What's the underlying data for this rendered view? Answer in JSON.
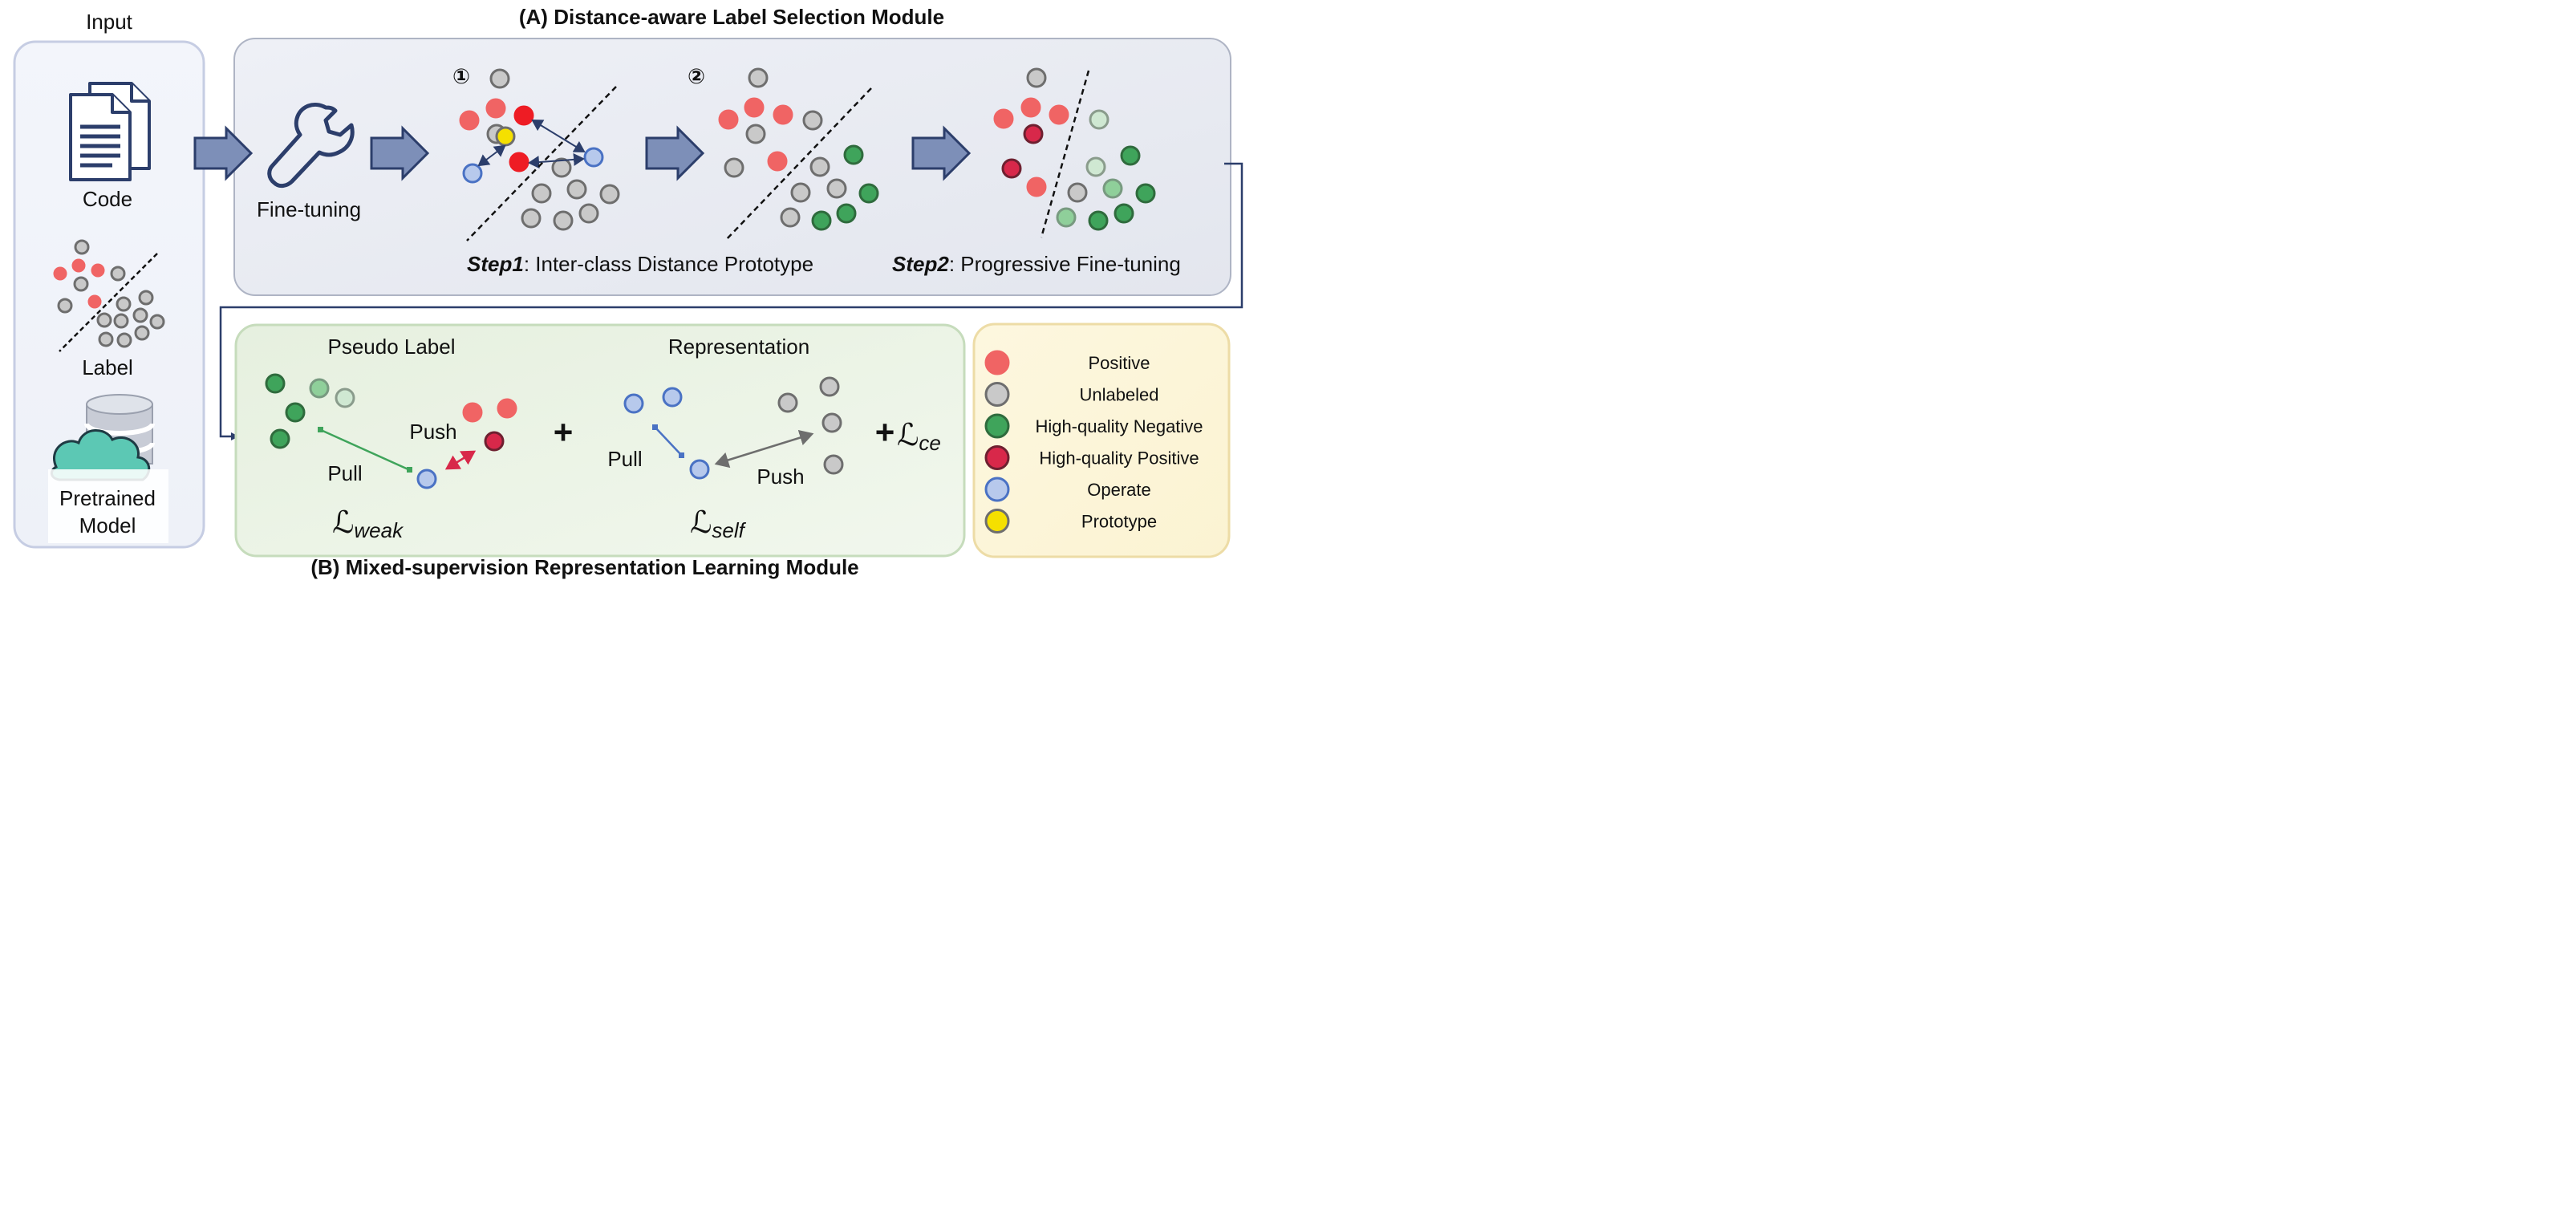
{
  "input_panel": {
    "title": "Input",
    "code_label": "Code",
    "label_label": "Label",
    "model_label_line1": "Pretrained",
    "model_label_line2": "Model"
  },
  "module_a": {
    "title": "(A) Distance-aware Label Selection Module",
    "finetune_label": "Fine-tuning",
    "step1_marker": "①",
    "step2_marker": "②",
    "step1_bold": "Step1",
    "step1_text": ": Inter-class Distance Prototype",
    "step2_bold": "Step2",
    "step2_text": ": Progressive Fine-tuning"
  },
  "module_b": {
    "title": "(B) Mixed-supervision Representation Learning Module",
    "pseudo_label_heading": "Pseudo Label",
    "representation_heading": "Representation",
    "push_left": "Push",
    "pull_left": "Pull",
    "pull_right": "Pull",
    "push_right": "Push",
    "loss_weak_symbol": "ℒ",
    "loss_weak_sub": "weak",
    "loss_self_symbol": "ℒ",
    "loss_self_sub": "self",
    "plus1": "+",
    "plus2": "+",
    "loss_ce_symbol": "ℒ",
    "loss_ce_sub": "ce"
  },
  "legend": {
    "items": [
      {
        "label": "Positive",
        "color": "#f06464"
      },
      {
        "label": "Unlabeled",
        "color": "#c9c9c9"
      },
      {
        "label": "High-quality Negative",
        "color": "#3fa45b"
      },
      {
        "label": "High-quality Positive",
        "color": "#d8284a"
      },
      {
        "label": "Operate",
        "color": "#b7c9ec"
      },
      {
        "label": "Prototype",
        "color": "#f5e000"
      }
    ]
  },
  "icons": [
    "document-icon",
    "wrench-icon",
    "database-icon",
    "cloud-icon"
  ]
}
